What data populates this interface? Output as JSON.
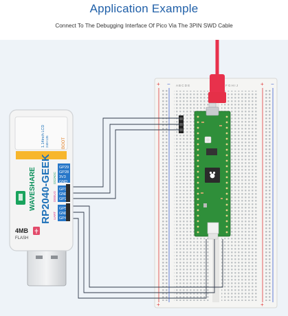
{
  "header": {
    "title": "Application Example",
    "subtitle": "Connect To The Debugging Interface Of Pico Via The 3PIN SWD Cable"
  },
  "device": {
    "brand": "WAVESHARE",
    "model": "RP2040-GEEK",
    "lcd_label": "1.14inch LCD",
    "lcd_res": "240×135",
    "boot": "BOOT",
    "i2c_label": "I2C/ADC",
    "gp29": "GP29",
    "gp28": "GP28",
    "v3v3": "3V3",
    "gnd1": "GND",
    "debug_label": "DEBUG",
    "gp3": "GP3",
    "gnd2": "GND",
    "gp2": "GP2",
    "uart_label": "UART",
    "gp5": "GP5",
    "gnd3": "GND",
    "gp4": "GP4",
    "mem_size": "4MB",
    "mem_type": "FLASH"
  },
  "breadboard": {
    "plus": "+",
    "minus": "−",
    "col_letters_left": "A B C D E",
    "col_letters_right": "F G H I J"
  },
  "colors": {
    "title": "#1f5fa8",
    "pico_green": "#2f8f3a",
    "cable_red": "#e8314c",
    "device_case": "#f4f4f4",
    "breadboard": "#f6f6f4"
  }
}
